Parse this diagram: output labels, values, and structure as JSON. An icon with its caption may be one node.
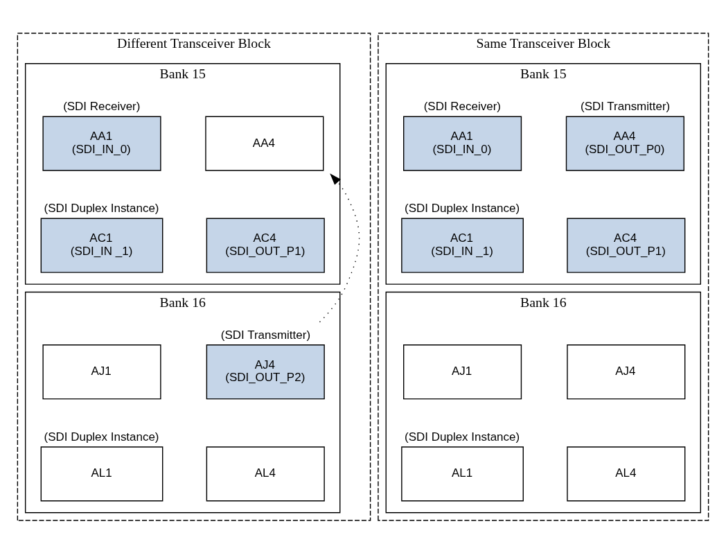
{
  "diagram": {
    "nodes": [
      {
        "text": [
          "Different Transceiver Block"
        ]
      },
      {
        "text": [
          "Bank 15"
        ],
        "in": 0
      },
      {
        "text": [
          "AA1 (SDI_IN_0)"
        ],
        "in": 1,
        "beside": [
          "(SDI Receiver)"
        ]
      },
      {
        "text": [
          "AA4"
        ],
        "in": 1
      },
      {
        "text": [
          "AC1 (SDI_IN _1)"
        ],
        "in": 1,
        "beside": [
          "(SDI Duplex Instance)"
        ]
      },
      {
        "text": [
          "AC4 (SDI_OUT_P1)"
        ],
        "in": 1
      },
      {
        "text": [
          "Bank 16"
        ],
        "in": 0
      },
      {
        "text": [
          "AJ1"
        ],
        "in": 6
      },
      {
        "text": [
          "AJ4 (SDI_OUT_P2)"
        ],
        "in": 6,
        "beside": [
          "(SDI Transmitter)"
        ]
      },
      {
        "text": [
          "AL1"
        ],
        "in": 6,
        "beside": [
          "(SDI Duplex Instance)"
        ]
      },
      {
        "text": [
          "AL4"
        ],
        "in": 6
      },
      {
        "text": [
          "Same Transceiver Block"
        ]
      },
      {
        "text": [
          "Bank 15"
        ],
        "in": 11
      },
      {
        "text": [
          "AA1 (SDI_IN_0)"
        ],
        "in": 12,
        "beside": [
          "(SDI Receiver)"
        ]
      },
      {
        "text": [
          "AA4 (SDI_OUT_P0)"
        ],
        "in": 12,
        "beside": [
          "(SDI Transmitter)"
        ]
      },
      {
        "text": [
          "AC1 (SDI_IN _1)"
        ],
        "in": 12,
        "beside": [
          "(SDI Duplex Instance)"
        ]
      },
      {
        "text": [
          "AC4 (SDI_OUT_P1)"
        ],
        "in": 12
      },
      {
        "text": [
          "Bank 16"
        ],
        "in": 11
      },
      {
        "text": [
          "AJ1"
        ],
        "in": 17
      },
      {
        "text": [
          "AJ4"
        ],
        "in": 17
      },
      {
        "text": [
          "AL1"
        ],
        "in": 17,
        "beside": [
          "(SDI Duplex Instance)"
        ]
      },
      {
        "text": [
          "AL4"
        ],
        "in": 17
      }
    ],
    "edges": [
      {
        "from": 8,
        "to": 3,
        "arrow": "to",
        "style": "dashed"
      }
    ]
  }
}
